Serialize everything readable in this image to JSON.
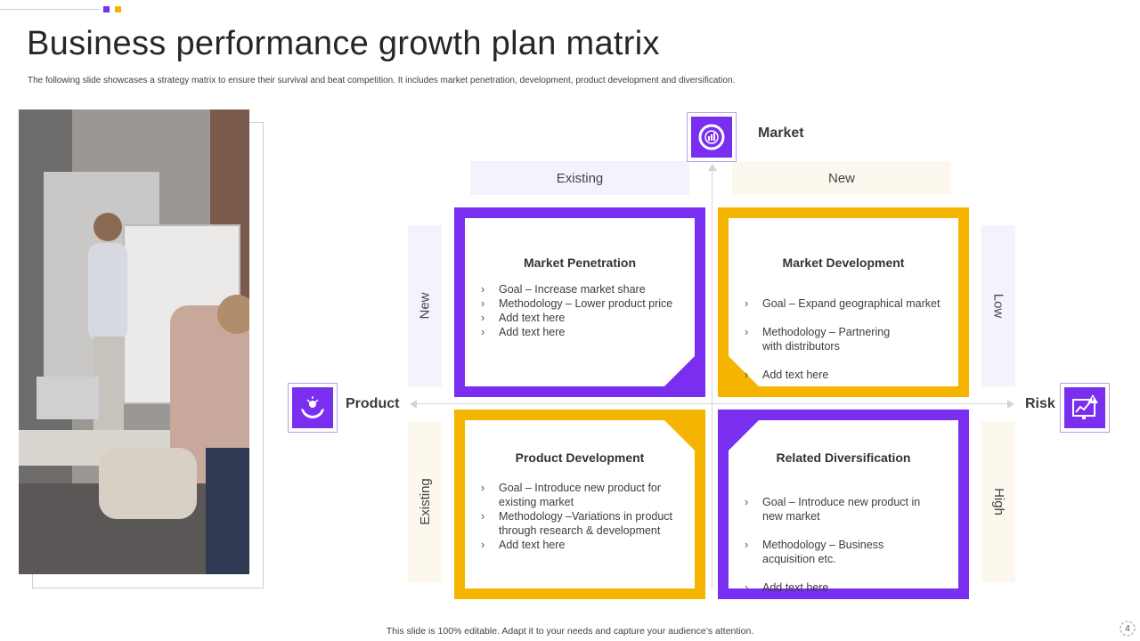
{
  "slide": {
    "title": "Business performance growth plan matrix",
    "subtitle": "The following slide showcases a strategy matrix to ensure their survival and beat competition. It includes market penetration, development, product development and diversification.",
    "footer": "This slide is 100% editable. Adapt it to your needs and capture your audience’s attention.",
    "page_number": "4"
  },
  "axes": {
    "market": "Market",
    "product": "Product",
    "risk": "Risk",
    "market_existing": "Existing",
    "market_new": "New",
    "product_new": "New",
    "product_existing": "Existing",
    "risk_low": "Low",
    "risk_high": "High"
  },
  "quadrants": [
    {
      "title": "Market Penetration",
      "items": [
        "Goal – Increase market share",
        "Methodology – Lower product price",
        "Add text here",
        "Add text here"
      ]
    },
    {
      "title": "Market Development",
      "items": [
        "Goal – Expand geographical  market",
        "Methodology – Partnering\n with distributors",
        "Add text here"
      ]
    },
    {
      "title": "Product Development",
      "items": [
        "Goal – Introduce new product for existing market",
        "Methodology –Variations in product through research  & development",
        "Add text here"
      ]
    },
    {
      "title": "Related Diversification",
      "items": [
        "Goal – Introduce new product in\n new market",
        "Methodology – Business\n acquisition etc.",
        "Add text here"
      ]
    }
  ],
  "colors": {
    "purple": "#7a2ff0",
    "yellow": "#f5b400"
  },
  "icons": {
    "market": "market-analytics-icon",
    "product": "hands-product-icon",
    "risk": "risk-chart-icon"
  }
}
